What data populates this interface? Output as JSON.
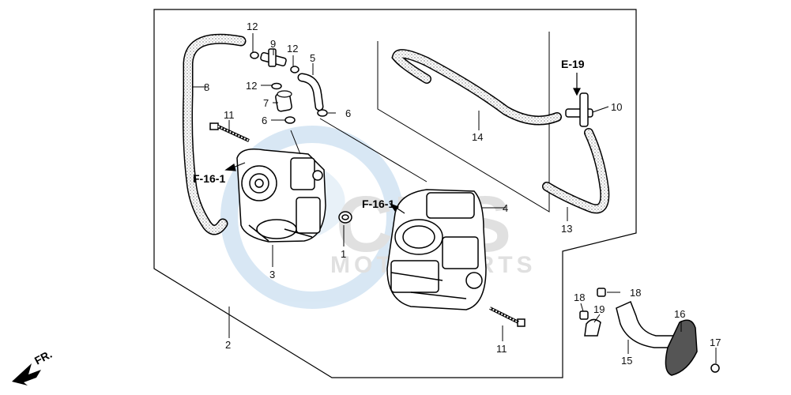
{
  "diagram": {
    "callouts": {
      "c1": "1",
      "c2": "2",
      "c3": "3",
      "c4": "4",
      "c5": "5",
      "c6a": "6",
      "c6b": "6",
      "c7": "7",
      "c8": "8",
      "c9": "9",
      "c10": "10",
      "c11a": "11",
      "c11b": "11",
      "c12a": "12",
      "c12b": "12",
      "c12c": "12",
      "c13": "13",
      "c14": "14",
      "c15": "15",
      "c16": "16",
      "c17": "17",
      "c18a": "18",
      "c18b": "18",
      "c19": "19"
    },
    "references": {
      "f16_left": "F-16-1",
      "f16_right": "F-16-1",
      "e19": "E-19"
    },
    "front_indicator": "FR.",
    "watermark": {
      "brand": "CMS",
      "tagline": "MOTORPARTS"
    }
  }
}
